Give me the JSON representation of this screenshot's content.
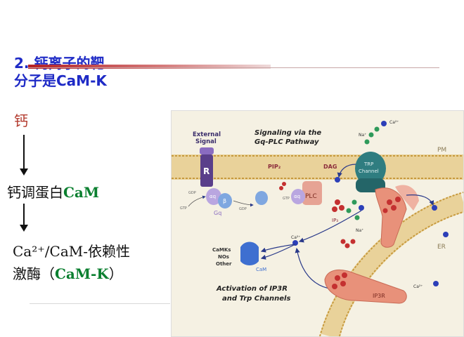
{
  "slide": {
    "title_line1": "2. 钙离子的靶",
    "title_line2_prefix": "分子是",
    "title_line2_highlight": "CaM-K"
  },
  "flow": {
    "step1": "钙",
    "step2_prefix": "钙调蛋白",
    "step2_highlight": "CaM",
    "step3_line1": "Ca²⁺/CaM-依赖性",
    "step3_line2_prefix": "激酶（",
    "step3_line2_highlight": "CaM-K",
    "step3_line2_suffix": "）"
  },
  "figure": {
    "title_line1": "Signaling via the",
    "title_line2": "Gq-PLC Pathway",
    "external_signal_line1": "External",
    "external_signal_line2": "Signal",
    "receptor": "R",
    "pm": "PM",
    "er": "ER",
    "pip2": "PIP₂",
    "dag": "DAG",
    "gdp": "GDP",
    "gtp": "GTP",
    "gq": "Gq",
    "alpha_q": "αq",
    "beta": "β",
    "plc": "PLC",
    "ip3": "IP₃",
    "trp_line1": "TRP",
    "trp_line2": "Channel",
    "ca2plus": "Ca²⁺",
    "na_plus": "Na⁺",
    "camks_line1": "CaMKs",
    "camks_line2": "NOs",
    "camks_line3": "Other",
    "cam": "CaM",
    "ip3r": "IP3R",
    "activation_line1": "Activation of IP3R",
    "activation_line2": "and Trp Channels"
  },
  "colors": {
    "title_blue": "#1f2bc6",
    "highlight_green": "#0a7f2f",
    "figure_bg": "#f5f1e3",
    "membrane": "#d9b46a",
    "receptor_purple": "#5a3f8a",
    "trp_teal": "#2f7d80",
    "ip3r_salmon": "#e8917a",
    "ca_blue": "#2c3fb8"
  }
}
